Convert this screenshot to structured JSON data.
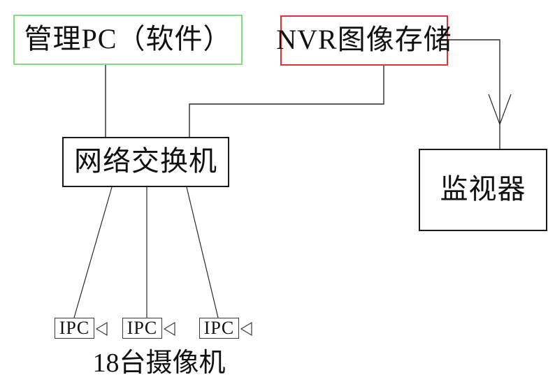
{
  "diagram": {
    "type": "network-topology",
    "nodes": {
      "management_pc": {
        "label": "管理PC（软件）",
        "border_color": "#86dc86"
      },
      "nvr_storage": {
        "label": "NVR图像存储",
        "border_color": "#dd3333"
      },
      "network_switch": {
        "label": "网络交换机",
        "border_color": "#1a1a1a"
      },
      "monitor": {
        "label": "监视器",
        "border_color": "#1a1a1a"
      }
    },
    "ipc_units": [
      {
        "label": "IPC"
      },
      {
        "label": "IPC"
      },
      {
        "label": "IPC"
      }
    ],
    "caption": "18台摄像机",
    "line_color": "#2a2a2a",
    "edges": [
      {
        "from": "management_pc",
        "to": "network_switch",
        "style": "straight"
      },
      {
        "from": "nvr_storage",
        "to": "network_switch",
        "style": "elbow"
      },
      {
        "from": "nvr_storage",
        "to": "monitor",
        "style": "elbow-arrow"
      },
      {
        "from": "network_switch",
        "to": "ipc_1",
        "style": "straight"
      },
      {
        "from": "network_switch",
        "to": "ipc_2",
        "style": "straight"
      },
      {
        "from": "network_switch",
        "to": "ipc_3",
        "style": "straight"
      }
    ]
  }
}
